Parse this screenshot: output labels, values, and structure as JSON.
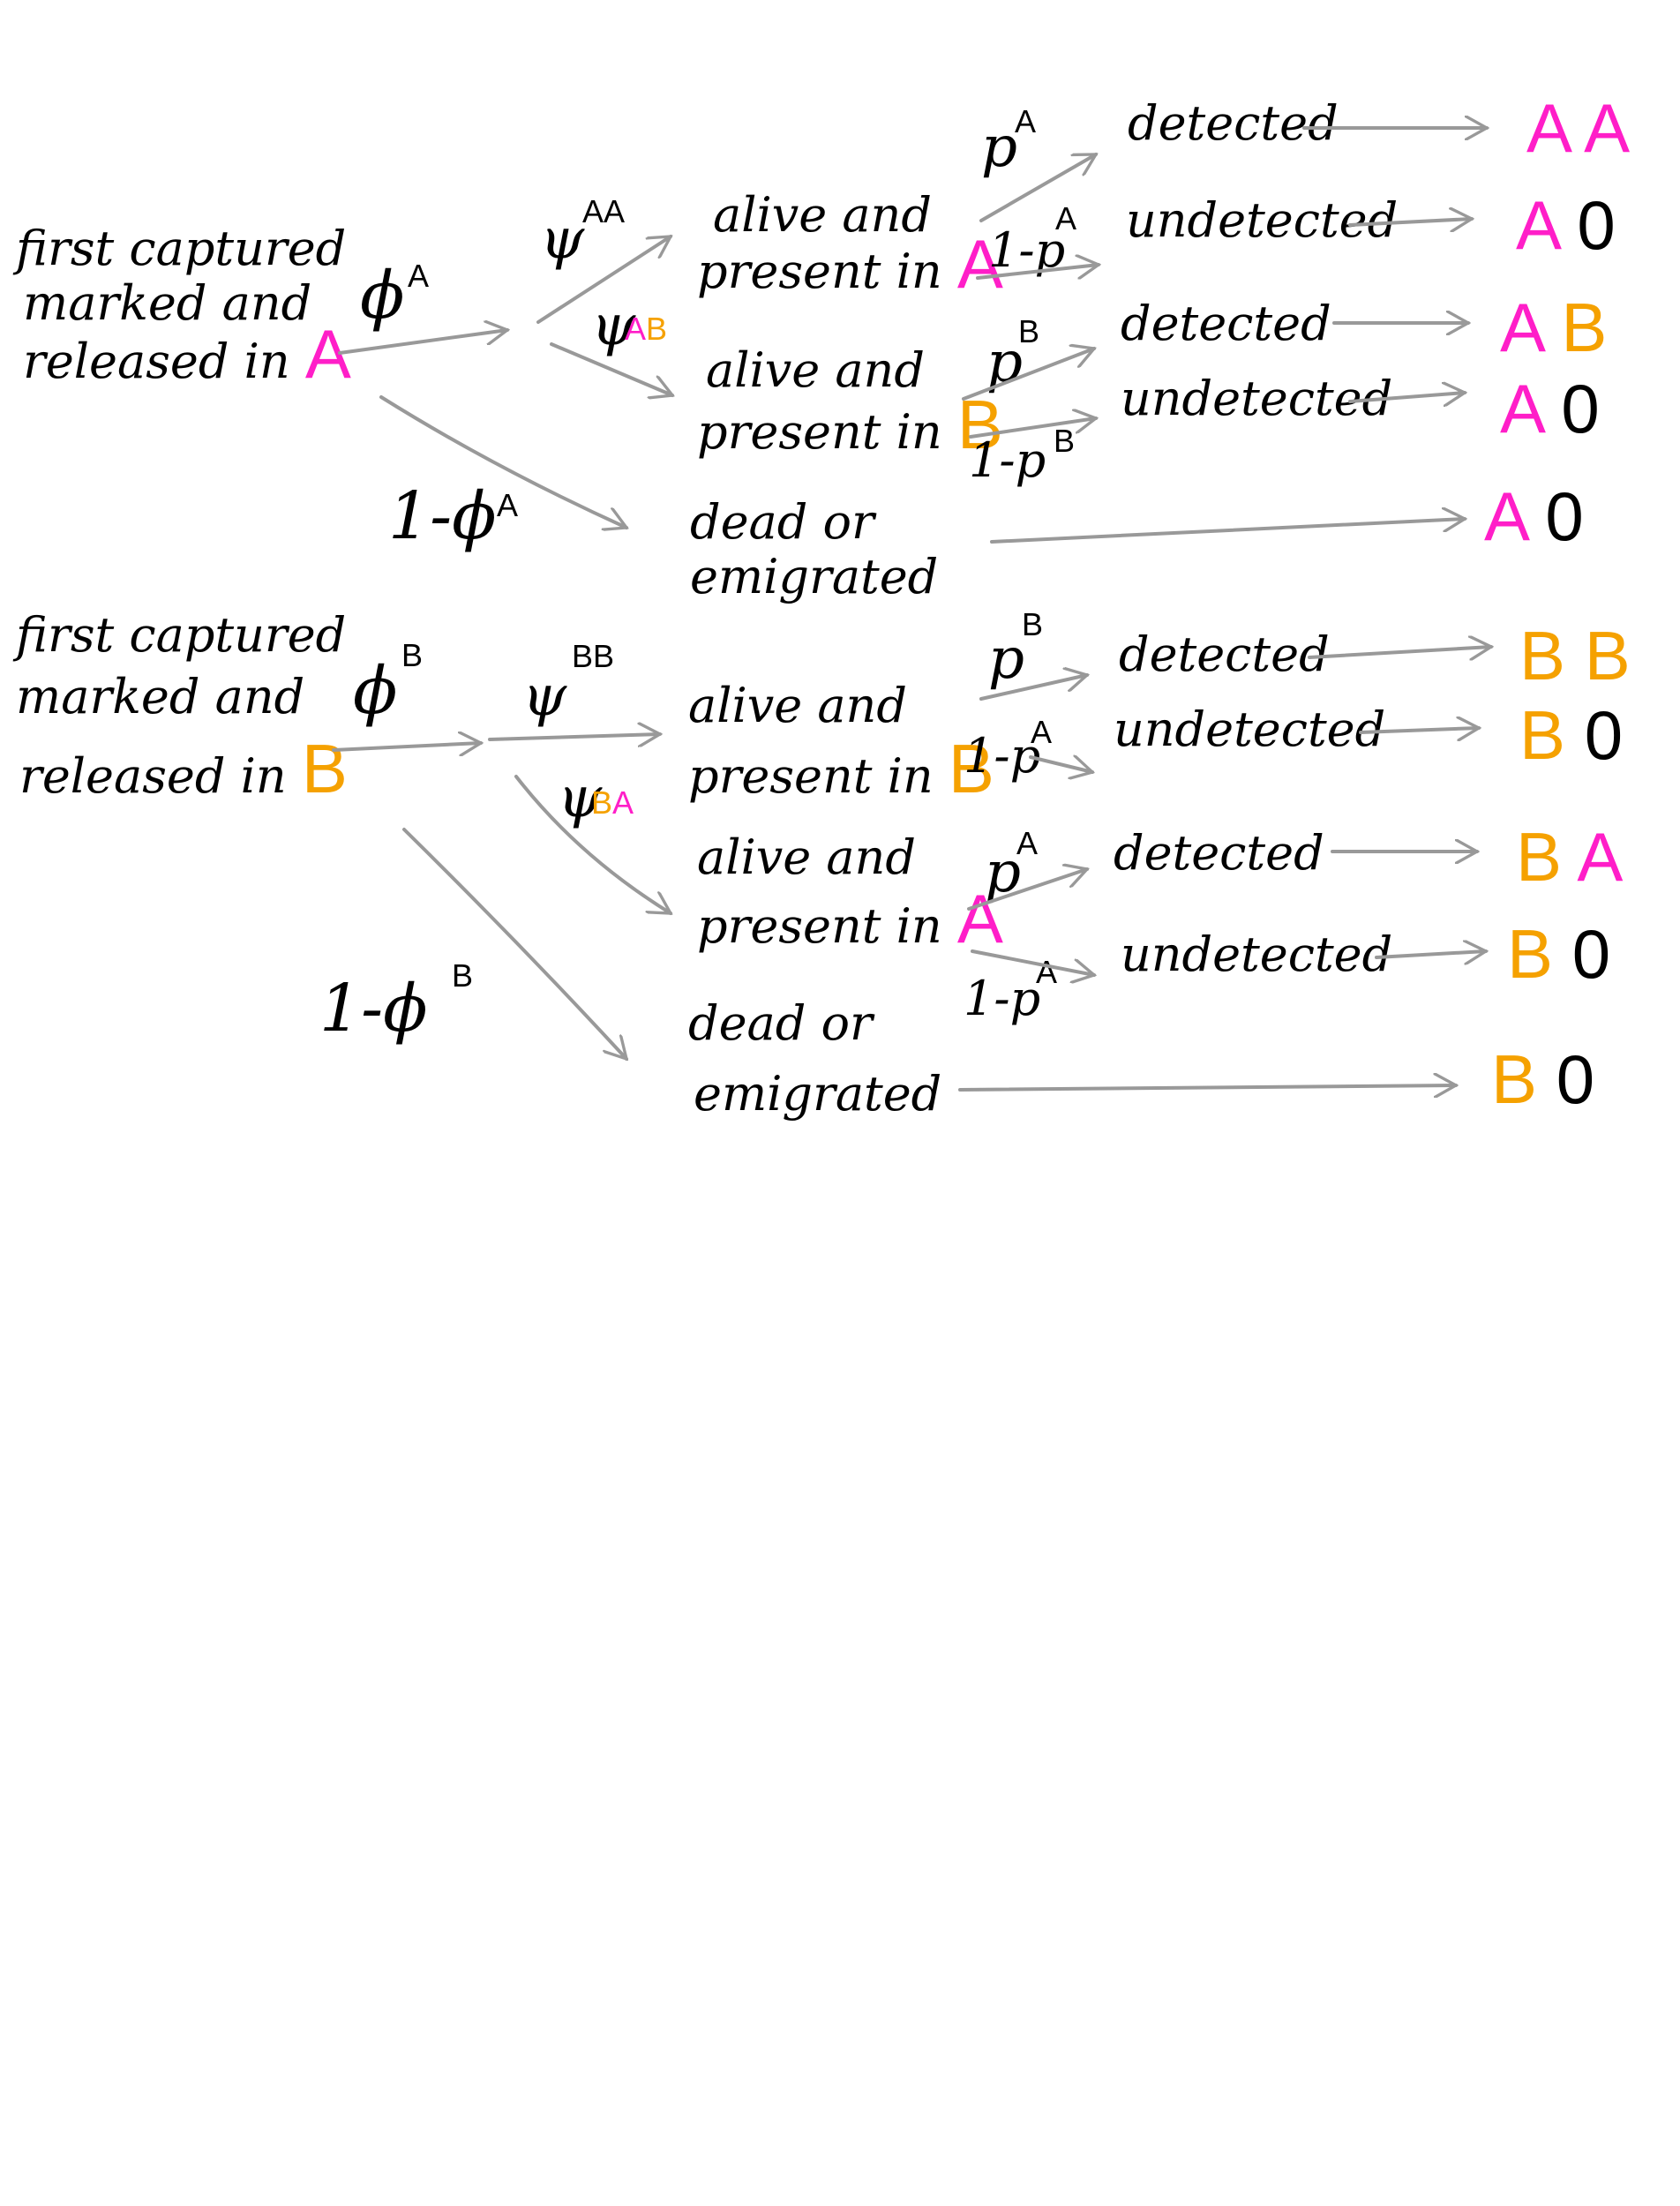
{
  "colors": {
    "A": "#ff1ec8",
    "B": "#f5a100",
    "ink": "#000000",
    "arrow": "#999999",
    "zero": "#000000"
  },
  "panelA": {
    "start": [
      "first captured",
      "marked and",
      "released in",
      "A"
    ],
    "phi": "ϕ",
    "phi_sup": "A",
    "one_minus_phi": "1-ϕ",
    "one_minus_phi_sup": "A",
    "psi_stay": "ψ",
    "psi_stay_sup": "AA",
    "psi_move": "ψ",
    "psi_move_sup_1": "A",
    "psi_move_sup_2": "B",
    "state1": [
      "alive and",
      "present in",
      "A"
    ],
    "state2": [
      "alive and",
      "present in",
      "B"
    ],
    "state3": [
      "dead or",
      "emigrated"
    ],
    "p1": "p",
    "p1_sup": "A",
    "q1": "1-p",
    "q1_sup": "A",
    "p2": "p",
    "p2_sup": "B",
    "q2": "1-p",
    "q2_sup": "B",
    "det1": "detected",
    "undet1": "undetected",
    "det2": "detected",
    "undet2": "undetected",
    "out1": [
      "A",
      "A"
    ],
    "out2": [
      "A",
      "0"
    ],
    "out3": [
      "A",
      "B"
    ],
    "out4": [
      "A",
      "0"
    ],
    "out5": [
      "A",
      "0"
    ]
  },
  "panelB": {
    "start": [
      "first captured",
      "marked and",
      "released in",
      "B"
    ],
    "phi": "ϕ",
    "phi_sup": "B",
    "one_minus_phi": "1-ϕ",
    "one_minus_phi_sup": "B",
    "psi_stay": "ψ",
    "psi_stay_sup": "BB",
    "psi_move": "ψ",
    "psi_move_sup_1": "B",
    "psi_move_sup_2": "A",
    "state1": [
      "alive and",
      "present in",
      "B"
    ],
    "state2": [
      "alive and",
      "present in",
      "A"
    ],
    "state3": [
      "dead or",
      "emigrated"
    ],
    "p1": "p",
    "p1_sup": "B",
    "q1": "1-p",
    "q1_sup": "A",
    "p2": "p",
    "p2_sup": "A",
    "q2": "1-p",
    "q2_sup": "A",
    "det1": "detected",
    "undet1": "undetected",
    "det2": "detected",
    "undet2": "undetected",
    "out1": [
      "B",
      "B"
    ],
    "out2": [
      "B",
      "0"
    ],
    "out3": [
      "B",
      "A"
    ],
    "out4": [
      "B",
      "0"
    ],
    "out5": [
      "B",
      "0"
    ]
  }
}
